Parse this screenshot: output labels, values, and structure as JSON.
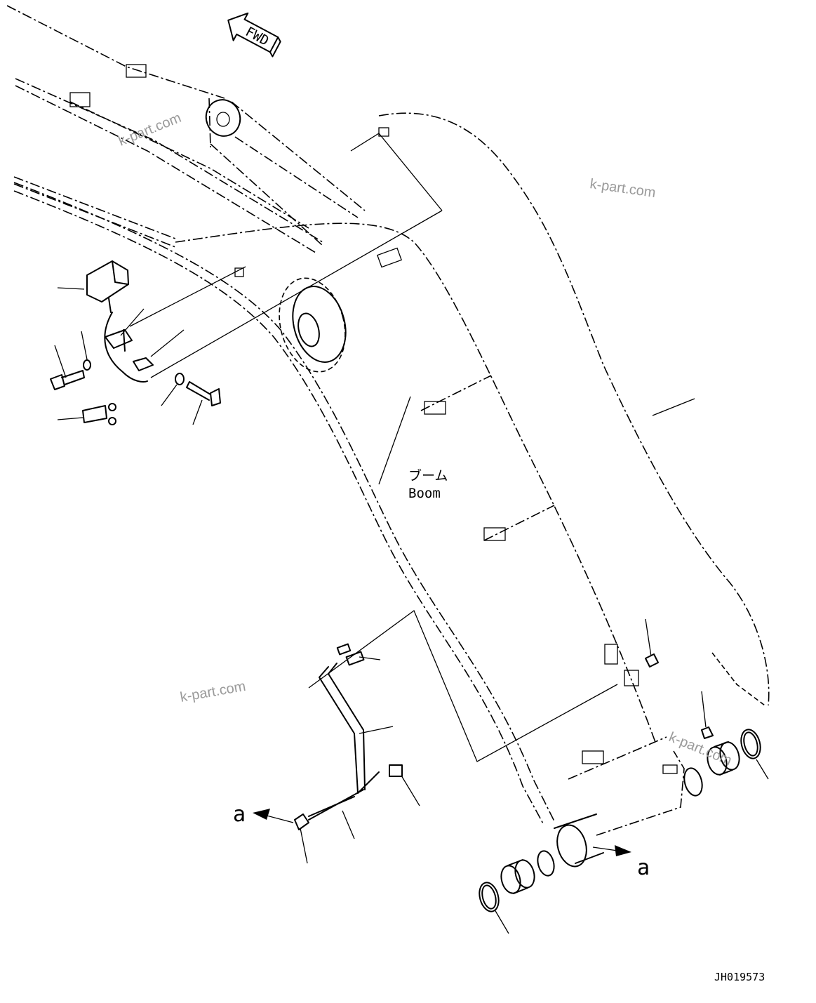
{
  "direction_arrow": {
    "label": "FWD"
  },
  "part_label": {
    "japanese": "ブーム",
    "english": "Boom"
  },
  "callouts": {
    "left": "a",
    "right": "a"
  },
  "drawing_number": "JH019573",
  "watermarks": [
    "k-part.com",
    "k-part.com",
    "k-part.com",
    "k-part.com"
  ]
}
